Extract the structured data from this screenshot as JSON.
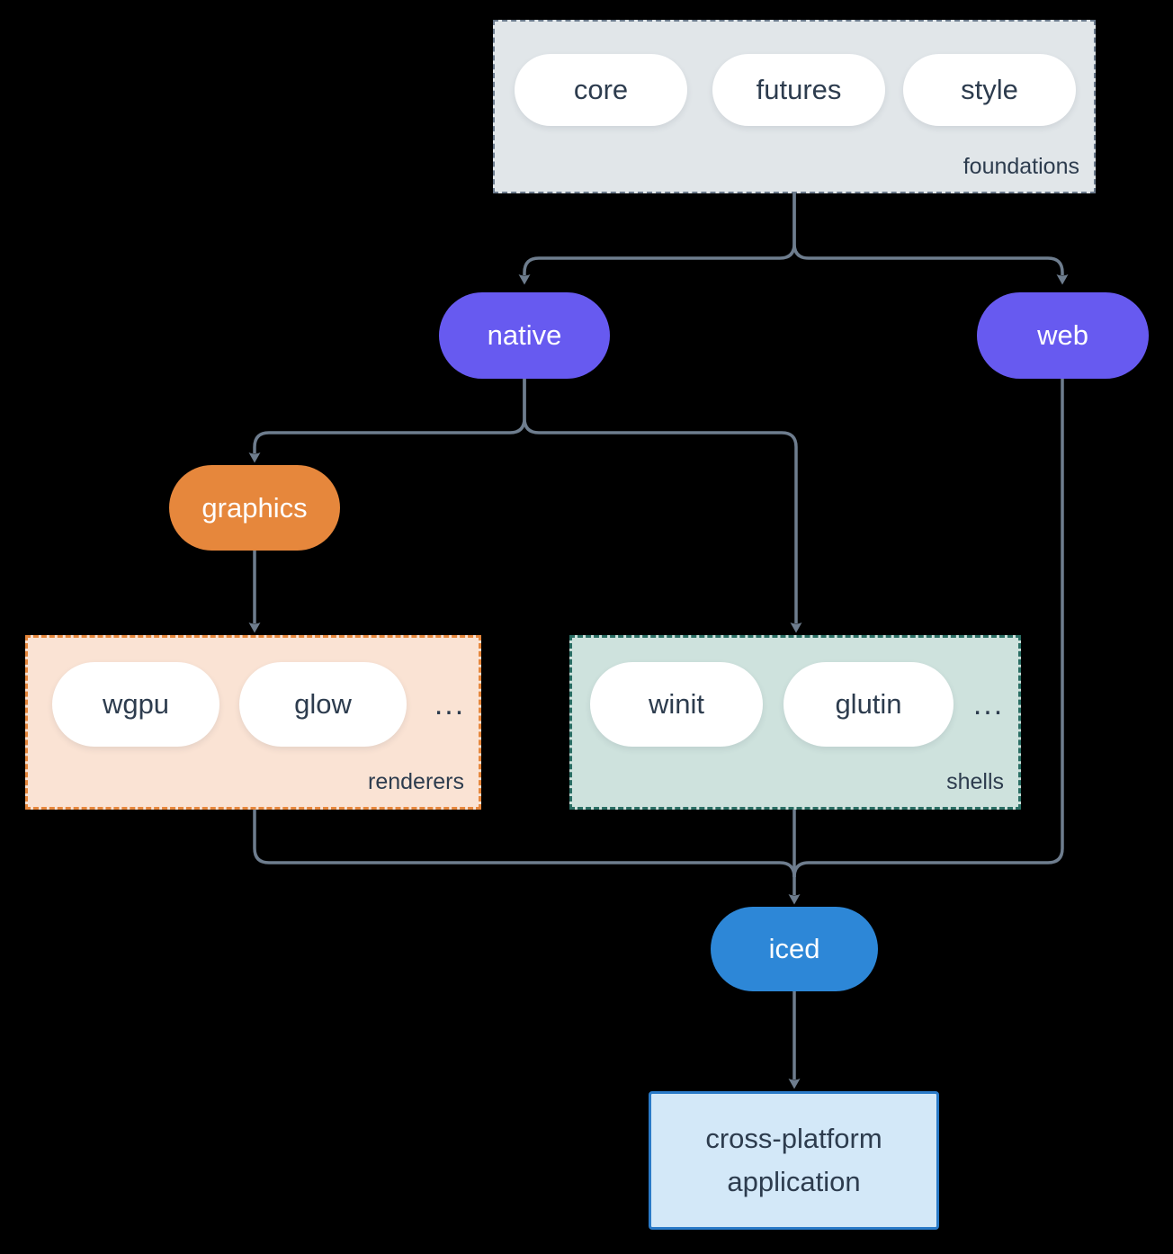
{
  "diagram": {
    "groups": {
      "foundations": {
        "label": "foundations",
        "items": [
          "core",
          "futures",
          "style"
        ]
      },
      "renderers": {
        "label": "renderers",
        "items": [
          "wgpu",
          "glow"
        ],
        "ellipsis": "..."
      },
      "shells": {
        "label": "shells",
        "items": [
          "winit",
          "glutin"
        ],
        "ellipsis": "..."
      }
    },
    "nodes": {
      "native": "native",
      "web": "web",
      "graphics": "graphics",
      "iced": "iced",
      "application": "cross-platform application"
    },
    "colors": {
      "background": "#000000",
      "connector": "#6e7d8e",
      "text_dark": "#2d3c4e",
      "node_purple": "#675af0",
      "node_orange": "#e6873c",
      "node_blue": "#2d87d7",
      "pill_white": "#ffffff",
      "foundations_fill": "#e1e6e9",
      "foundations_border": "#6b7a8c",
      "renderers_fill": "#fae3d4",
      "renderers_border": "#e6873c",
      "shells_fill": "#cee2dd",
      "shells_border": "#2a6e64",
      "app_fill": "#d3e8f8",
      "app_border": "#2a7ac8"
    }
  }
}
